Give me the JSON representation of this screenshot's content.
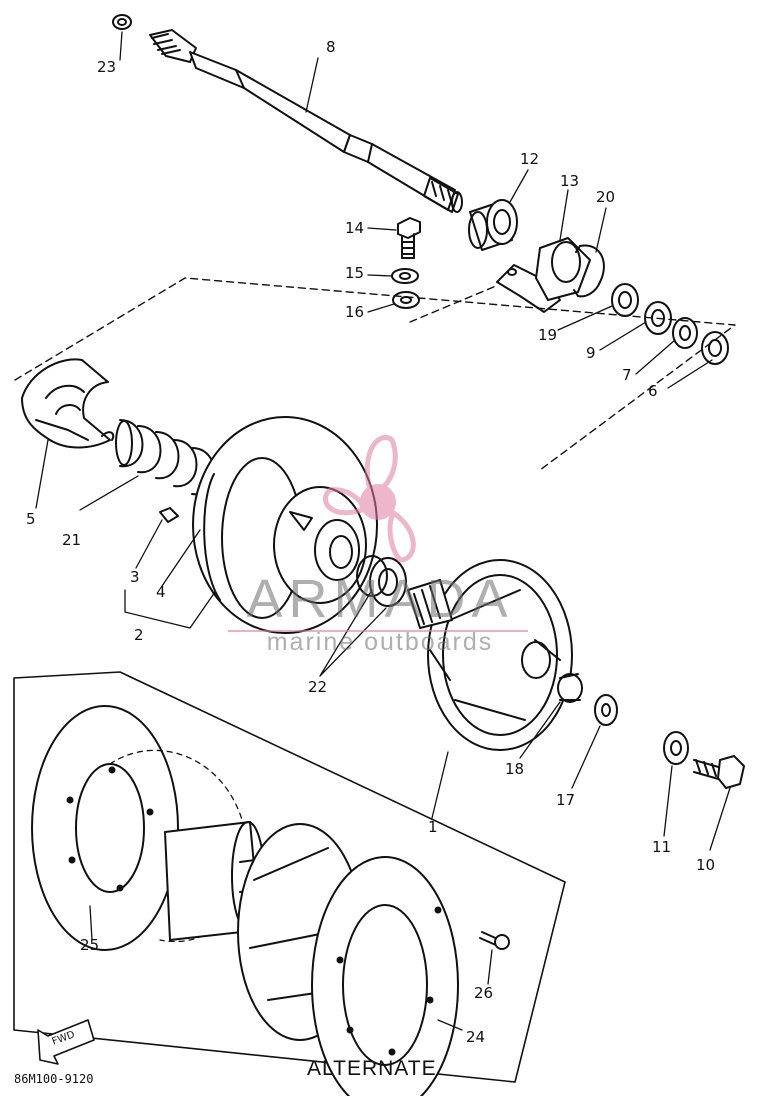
{
  "diagram_code": "86M100-9120",
  "section_title": "ALTERNATE",
  "fwd_label": "FWD",
  "watermark": {
    "brand": "ARMADA",
    "tagline": "marine outboards",
    "accent": "#e07ba0"
  },
  "callouts": [
    "1",
    "2",
    "3",
    "4",
    "5",
    "6",
    "7",
    "8",
    "9",
    "10",
    "11",
    "12",
    "13",
    "14",
    "15",
    "16",
    "17",
    "18",
    "19",
    "20",
    "21",
    "22",
    "23",
    "24",
    "25",
    "26"
  ]
}
